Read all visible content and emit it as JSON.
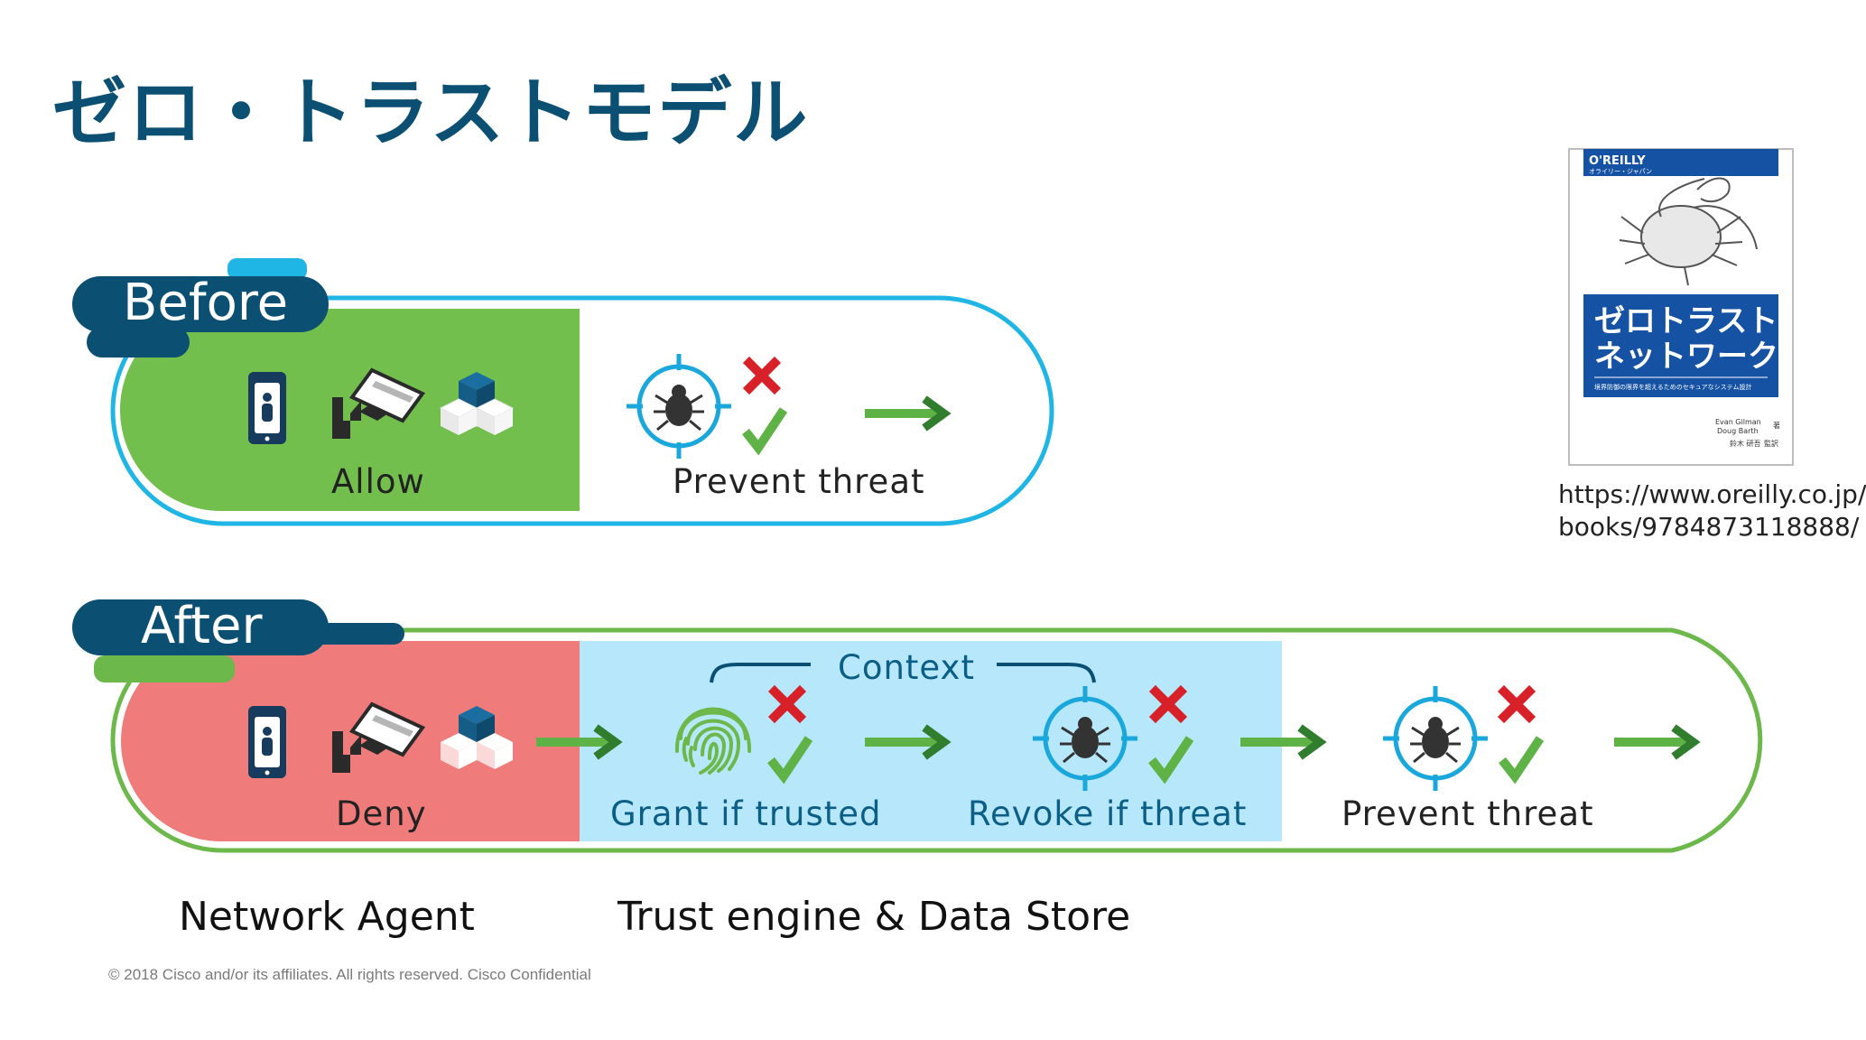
{
  "title": "ゼロ・トラストモデル",
  "before": {
    "tab": "Before",
    "allow_label": "Allow",
    "prevent_label": "Prevent threat"
  },
  "after": {
    "tab": "After",
    "deny_label": "Deny",
    "context_label": "Context",
    "grant_label": "Grant if trusted",
    "revoke_label": "Revoke if threat",
    "prevent_label": "Prevent threat"
  },
  "bottom": {
    "network_agent": "Network Agent",
    "trust_engine": "Trust engine & Data Store"
  },
  "book": {
    "publisher": "O'REILLY",
    "publisher_jp": "オライリー・ジャパン",
    "title_line1": "ゼロトラスト",
    "title_line2": "ネットワーク",
    "subtitle": "境界防御の限界を超えるためのセキュアなシステム設計",
    "author1": "Evan Gilman",
    "author2": "Doug Barth",
    "author_suffix": "著",
    "translator": "鈴木 研吾",
    "translator_suffix": "監訳"
  },
  "url_line1": "https://www.oreilly.co.jp/",
  "url_line2": "books/9784873118888/",
  "copyright": "© 2018  Cisco and/or its affiliates. All rights reserved.   Cisco Confidential",
  "colors": {
    "title": "#0b4f73",
    "tab_dark": "#0b4f73",
    "tab_cyan": "#1fb6e6",
    "allow_green": "#72bf4e",
    "deny_red": "#ef7b7a",
    "context_blue": "#b7e7fb",
    "outline_before": "#1fb6e6",
    "outline_after": "#6db84b",
    "arrow_green": "#5fb346",
    "x_red": "#d72027",
    "target_cyan": "#1aa8dc"
  }
}
